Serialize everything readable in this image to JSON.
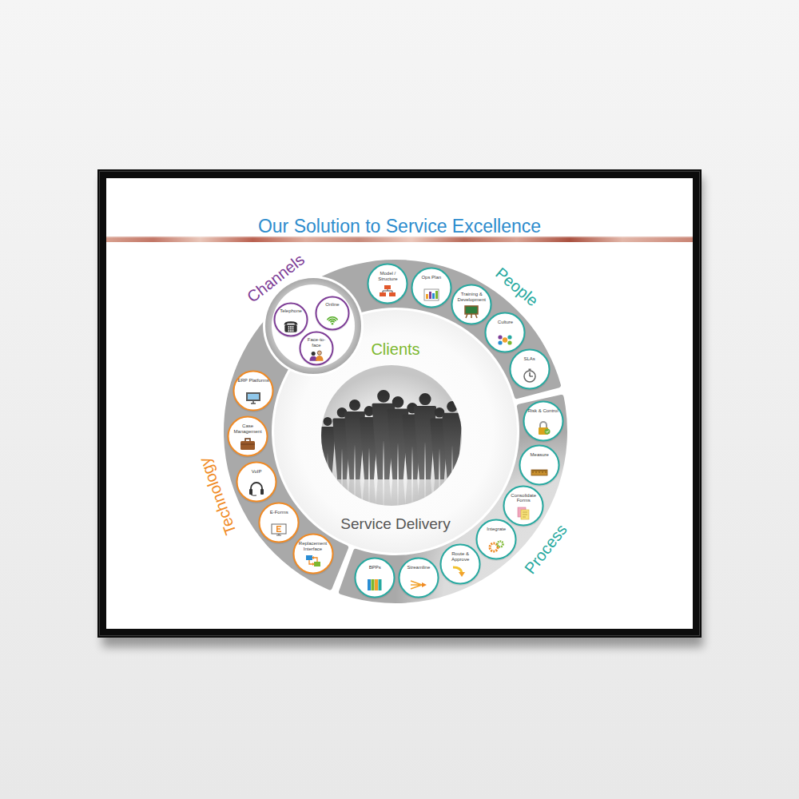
{
  "diagram": {
    "title": "Our Solution to Service Excellence",
    "nodes": [
      {
        "text": [
          "Channels"
        ]
      },
      {
        "text": [
          "Telephone"
        ],
        "in": 0
      },
      {
        "text": [
          "Online"
        ],
        "in": 0
      },
      {
        "text": [
          "Face-to-face"
        ],
        "in": 0
      },
      {
        "text": [
          "People"
        ]
      },
      {
        "text": [
          "Model / Structure"
        ],
        "in": 4
      },
      {
        "text": [
          "Ops Plan"
        ],
        "in": 4
      },
      {
        "text": [
          "Training & Development"
        ],
        "in": 4
      },
      {
        "text": [
          "Culture"
        ],
        "in": 4
      },
      {
        "text": [
          "SLAs"
        ],
        "in": 4
      },
      {
        "text": [
          "Process"
        ]
      },
      {
        "text": [
          "Risk & Control"
        ],
        "in": 10
      },
      {
        "text": [
          "Measure"
        ],
        "in": 10
      },
      {
        "text": [
          "Consolidate Forms"
        ],
        "in": 10
      },
      {
        "text": [
          "Integrate"
        ],
        "in": 10
      },
      {
        "text": [
          "Route & Approve"
        ],
        "in": 10
      },
      {
        "text": [
          "Streamline"
        ],
        "in": 10
      },
      {
        "text": [
          "BPPs"
        ],
        "in": 10
      },
      {
        "text": [
          "Technology"
        ]
      },
      {
        "text": [
          "ERP Platforms"
        ],
        "in": 18
      },
      {
        "text": [
          "Case Management"
        ],
        "in": 18
      },
      {
        "text": [
          "VoIP"
        ],
        "in": 18
      },
      {
        "text": [
          "E-Forms"
        ],
        "in": 18
      },
      {
        "text": [
          "Replacement Interface"
        ],
        "in": 18
      },
      {
        "text": [
          "Clients",
          "Service Delivery"
        ]
      }
    ]
  }
}
